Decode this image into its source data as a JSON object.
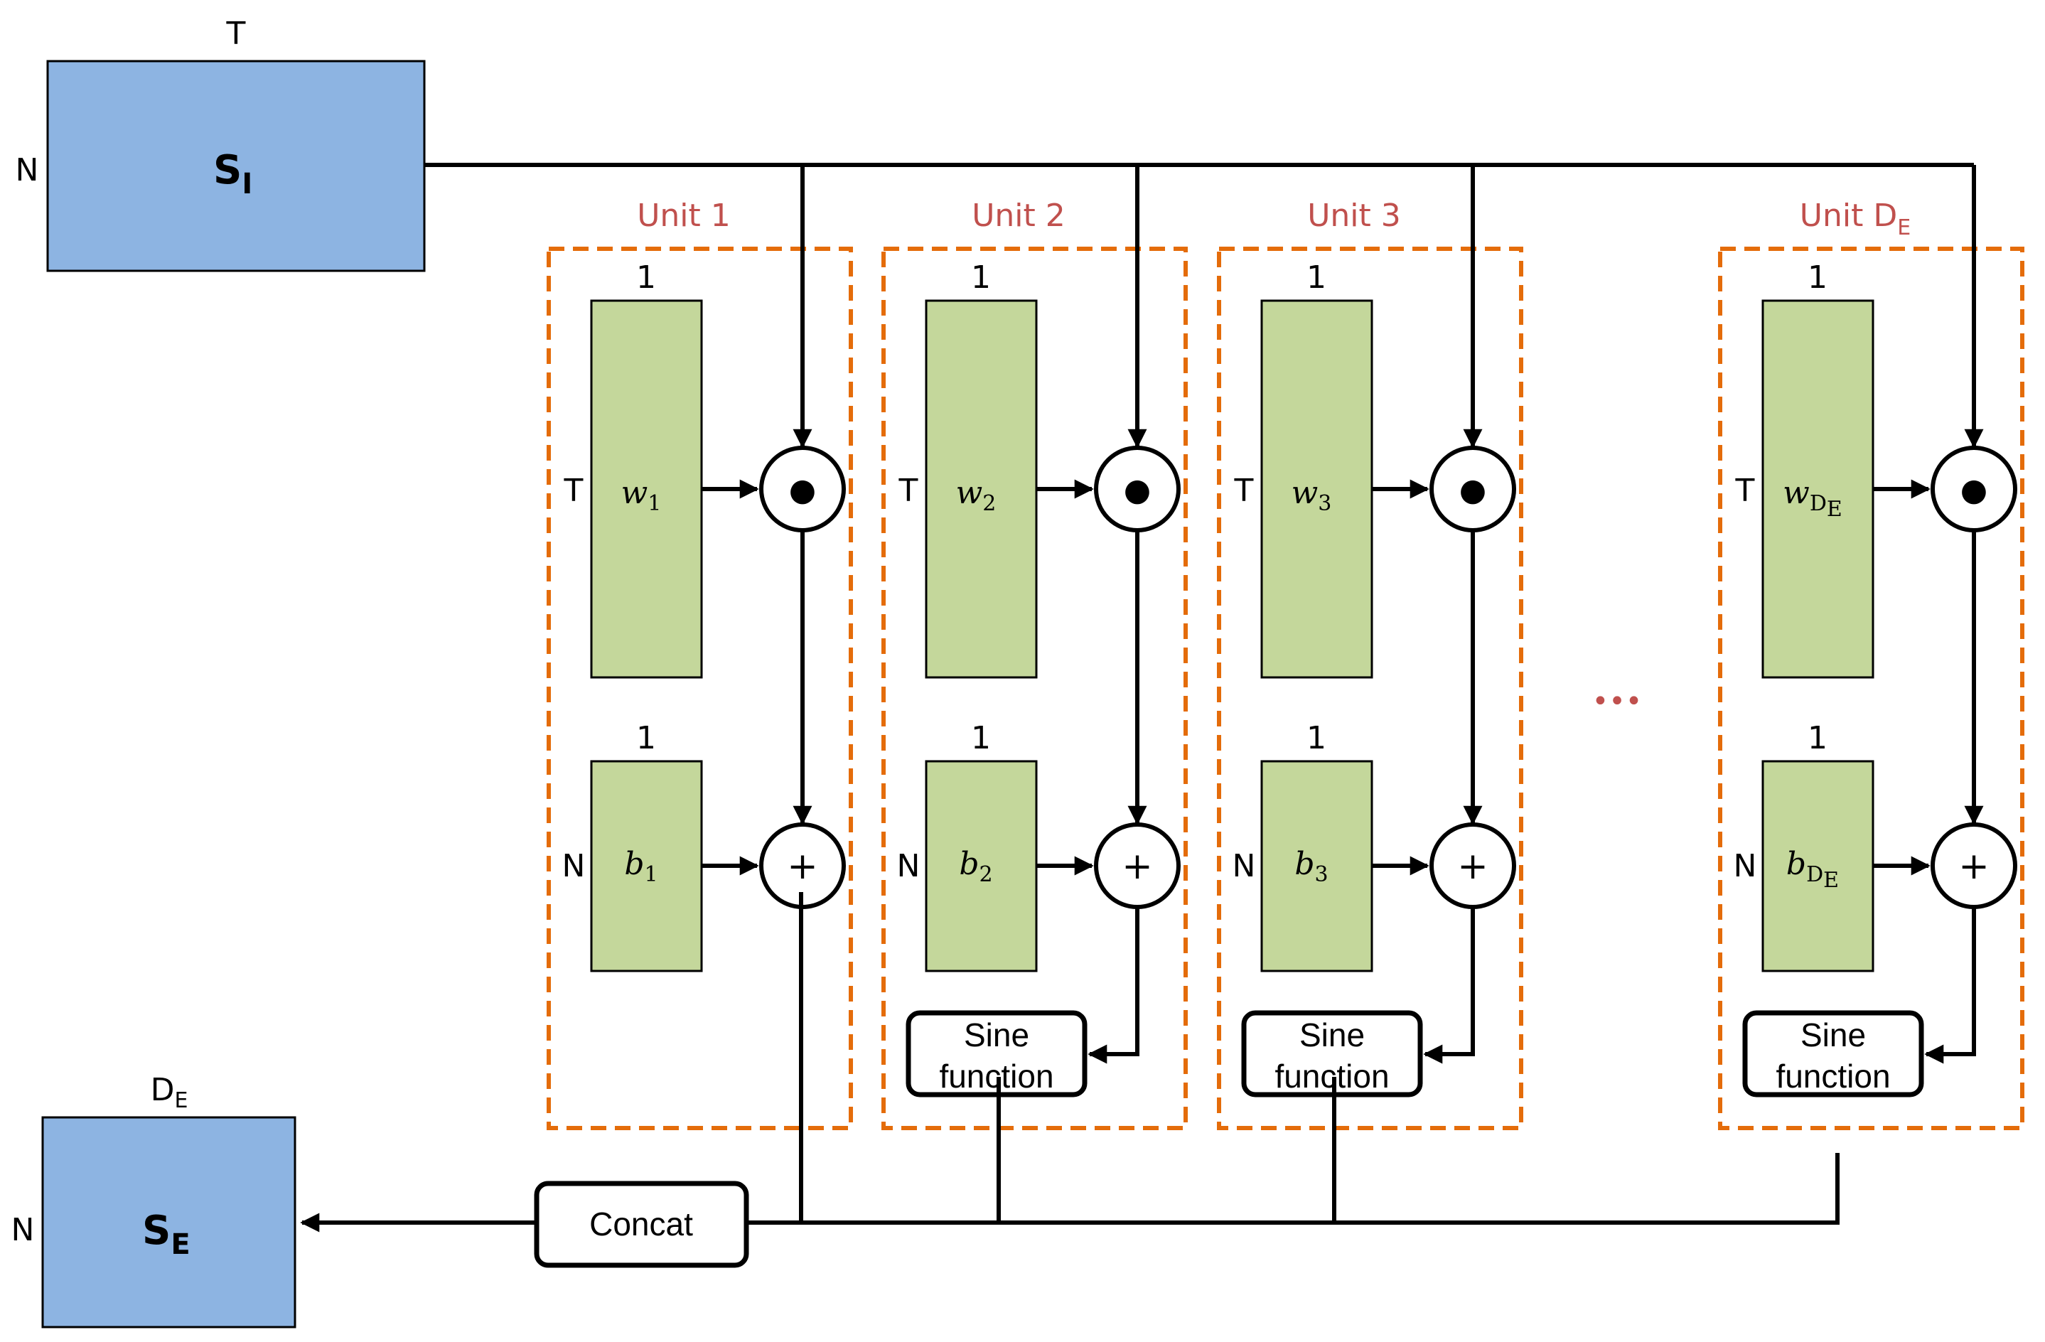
{
  "input": {
    "name": "S",
    "sub": "I",
    "cols": "T",
    "rows": "N"
  },
  "output": {
    "name": "S",
    "sub": "E",
    "cols": "D",
    "cols_sub": "E",
    "rows": "N"
  },
  "units": [
    {
      "title": "Unit 1",
      "w": "w",
      "w_sub": "1",
      "b": "b",
      "b_sub": "1",
      "w_cols": "1",
      "w_rows": "T",
      "b_cols": "1",
      "b_rows": "N",
      "has_sine": false
    },
    {
      "title": "Unit 2",
      "w": "w",
      "w_sub": "2",
      "b": "b",
      "b_sub": "2",
      "w_cols": "1",
      "w_rows": "T",
      "b_cols": "1",
      "b_rows": "N",
      "has_sine": true
    },
    {
      "title": "Unit 3",
      "w": "w",
      "w_sub": "3",
      "b": "b",
      "b_sub": "3",
      "w_cols": "1",
      "w_rows": "T",
      "b_cols": "1",
      "b_rows": "N",
      "has_sine": true
    },
    {
      "title": "Unit D",
      "title_sub": "E",
      "w": "w",
      "w_sub": "D",
      "w_sub2": "E",
      "b": "b",
      "b_sub": "D",
      "b_sub2": "E",
      "w_cols": "1",
      "w_rows": "T",
      "b_cols": "1",
      "b_rows": "N",
      "has_sine": true
    }
  ],
  "ops": {
    "multiply": "●",
    "add": "+"
  },
  "sine": {
    "line1": "Sine",
    "line2": "function"
  },
  "concat": "Concat",
  "ellipsis": "•••",
  "colors": {
    "matrix": "#8db4e2",
    "param": "#c4d79b",
    "dashed": "#e46c0a",
    "unit_title": "#c0504d"
  }
}
